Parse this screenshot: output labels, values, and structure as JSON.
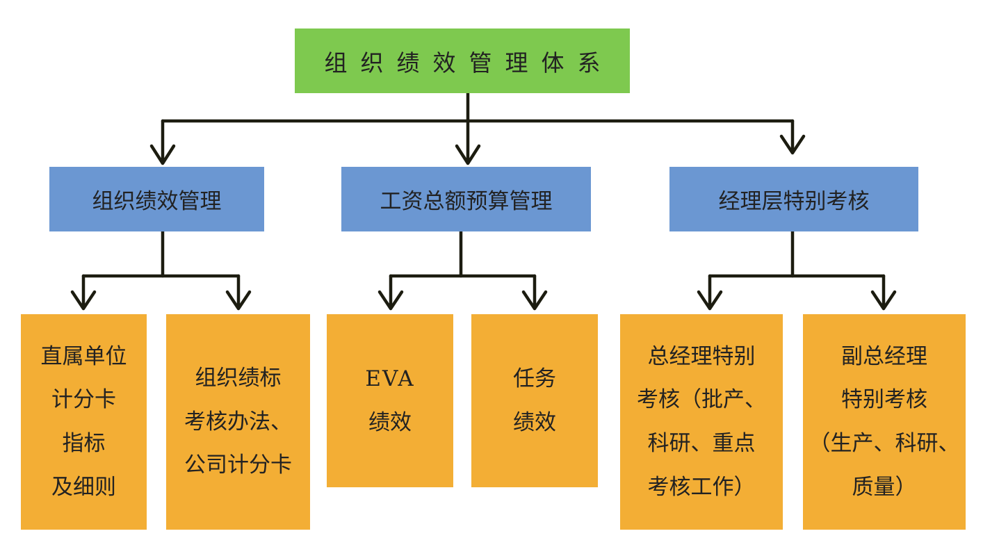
{
  "root": {
    "label": "组织绩效管理体系"
  },
  "branches": [
    {
      "label": "组织绩效管理"
    },
    {
      "label": "工资总额预算管理"
    },
    {
      "label": "经理层特别考核"
    }
  ],
  "leaves": [
    {
      "lines": [
        "直属单位",
        "计分卡",
        "指标",
        "及细则"
      ]
    },
    {
      "lines": [
        "组织绩标",
        "考核办法、",
        "公司计分卡"
      ]
    },
    {
      "lines": [
        "EVA",
        "绩效"
      ]
    },
    {
      "lines": [
        "任务",
        "绩效"
      ]
    },
    {
      "lines": [
        "总经理特别",
        "考核（批产、",
        "科研、重点",
        "考核工作）"
      ]
    },
    {
      "lines": [
        "副总经理",
        "特别考核",
        "（生产、科研、",
        "质量）"
      ]
    }
  ],
  "colors": {
    "root": "#7ec94f",
    "branch": "#6b97d2",
    "leaf": "#f3ae35",
    "connector": "#1c1c10"
  }
}
